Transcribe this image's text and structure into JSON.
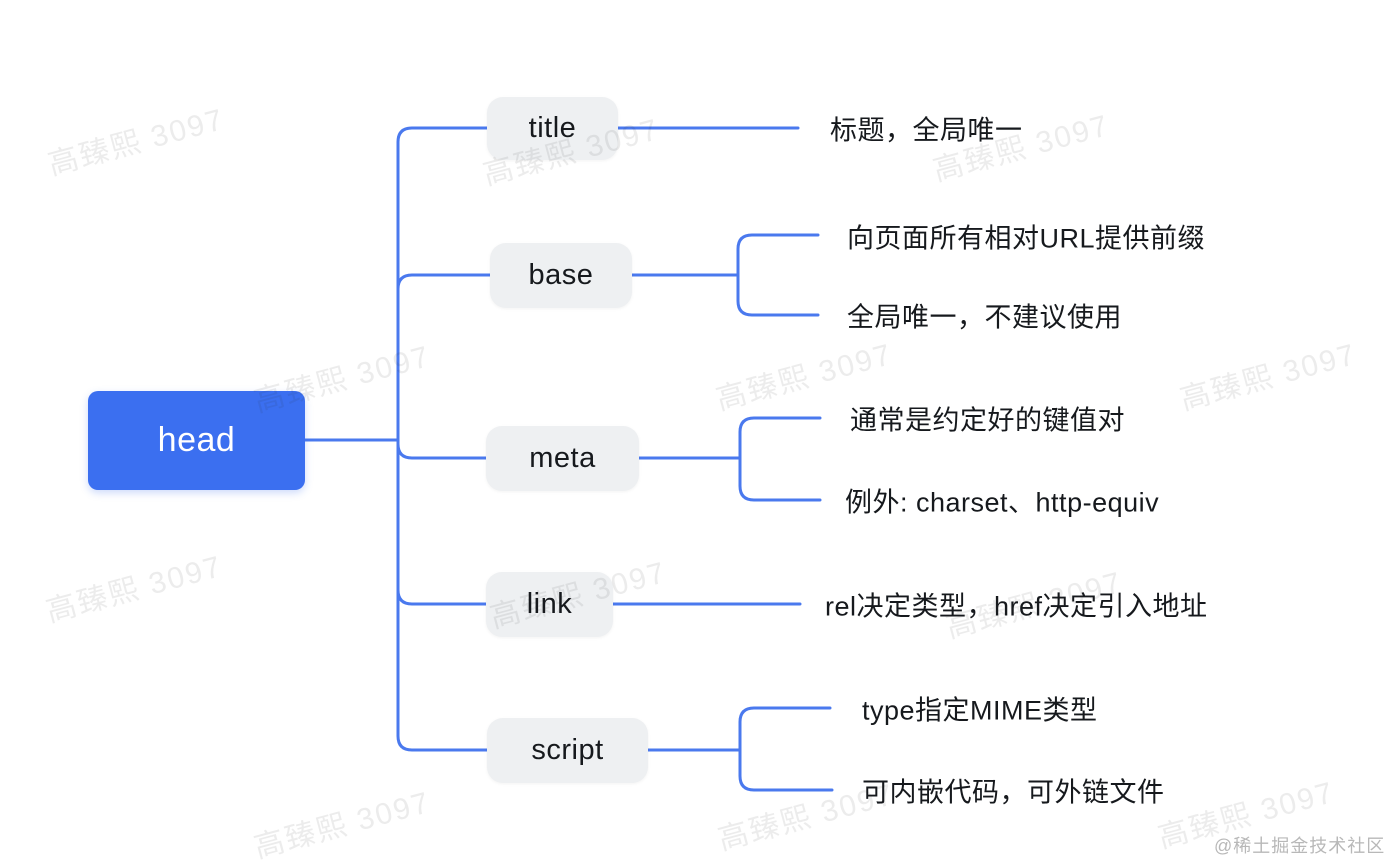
{
  "watermark": {
    "text": "高臻熙 3097"
  },
  "credit": {
    "text": "@稀土掘金技术社区"
  },
  "colors": {
    "root_node_blue": "#3b6ff0",
    "connector_blue": "#4a79ee",
    "child_node_gray": "#eef0f2",
    "text_dark": "#16191d"
  },
  "tree": {
    "root": {
      "label": "head"
    },
    "children": [
      {
        "label": "title",
        "notes": [
          "标题，全局唯一"
        ]
      },
      {
        "label": "base",
        "notes": [
          "向页面所有相对URL提供前缀",
          "全局唯一，不建议使用"
        ]
      },
      {
        "label": "meta",
        "notes": [
          "通常是约定好的键值对",
          "例外: charset、http-equiv"
        ]
      },
      {
        "label": "link",
        "notes": [
          "rel决定类型，href决定引入地址"
        ]
      },
      {
        "label": "script",
        "notes": [
          "type指定MIME类型",
          "可内嵌代码，可外链文件"
        ]
      }
    ]
  }
}
